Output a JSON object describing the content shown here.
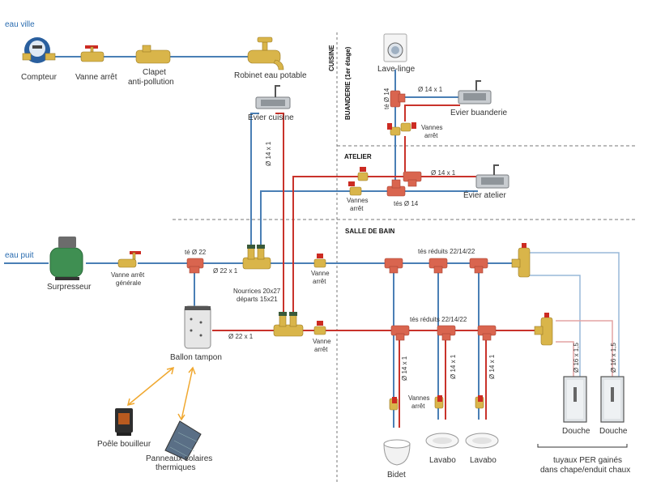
{
  "labels": {
    "eau_ville": "eau ville",
    "eau_puit": "eau puit",
    "compteur": "Compteur",
    "vanne_arret": "Vanne arrêt",
    "clapet_1": "Clapet",
    "clapet_2": "anti-pollution",
    "robinet": "Robinet eau potable",
    "evier_cuisine": "Evier cuisine",
    "cuisine": "CUISINE",
    "buanderie": "BUANDERIE (1er étage)",
    "atelier": "ATELIER",
    "salle_de_bain": "SALLE DE BAIN",
    "lave_linge": "Lave-linge",
    "te_14": "té Ø 14",
    "d14_buand": "Ø 14 x 1",
    "evier_buanderie": "Evier buanderie",
    "vannes_arret_1": "Vannes",
    "vannes_arret_2": "arrêt",
    "d14_atelier": "Ø 14 x 1",
    "evier_atelier": "Évier atelier",
    "tes_14": "tés Ø 14",
    "d14_vertical": "Ø 14 x 1",
    "surpresseur": "Surpresseur",
    "vanne_generale_1": "Vanne arrêt",
    "vanne_generale_2": "générale",
    "te_22": "té Ø 22",
    "d22_blue": "Ø 22 x 1",
    "nourrices_1": "Nourrices 20x27",
    "nourrices_2": "départs 15x21",
    "vanne_arret_a_1": "Vanne",
    "vanne_arret_a_2": "arrêt",
    "vanne_arret_b_1": "Vanne",
    "vanne_arret_b_2": "arrêt",
    "tes_reduits_top": "tés réduits 22/14/22",
    "tes_reduits_bottom": "tés réduits  22/14/22",
    "ballon": "Ballon tampon",
    "d22_red": "Ø 22 x 1",
    "d14_bidet": "Ø 14 x 1",
    "d14_lavabo1": "Ø 14 x 1",
    "d14_lavabo2": "Ø 14 x 1",
    "d16_a": "Ø 16 x 1,5",
    "d16_b": "Ø 16 x 1,5",
    "poele": "Poêle bouilleur",
    "panneaux_1": "Panneaux solaires",
    "panneaux_2": "thermiques",
    "bidet": "Bidet",
    "lavabo1": "Lavabo",
    "lavabo2": "Lavabo",
    "douche1": "Douche",
    "douche2": "Douche",
    "per_1": "tuyaux PER gainés",
    "per_2": "dans chape/enduit chaux"
  },
  "colors": {
    "cold": "#4a7fb5",
    "hot": "#c9332b",
    "copper": "#d9654f",
    "brass": "#d9b54a",
    "arrow": "#f0a830"
  }
}
